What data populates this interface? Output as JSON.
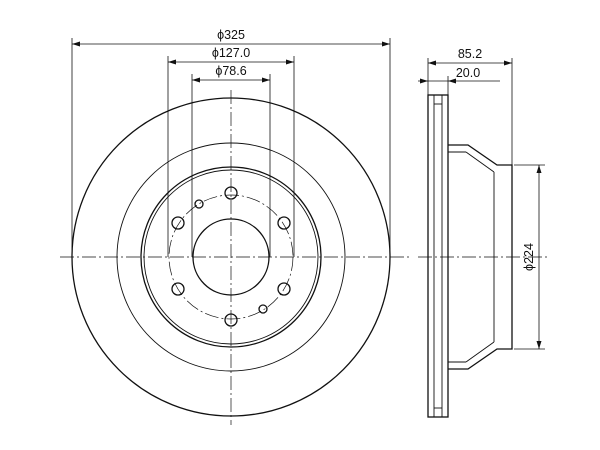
{
  "drawing": {
    "labels": {
      "dia_outer": "ϕ325",
      "dia_pcd": "ϕ127.0",
      "dia_center": "ϕ78.6",
      "width_total": "85.2",
      "width_disc": "20.0",
      "dia_hat": "ϕ224"
    }
  }
}
